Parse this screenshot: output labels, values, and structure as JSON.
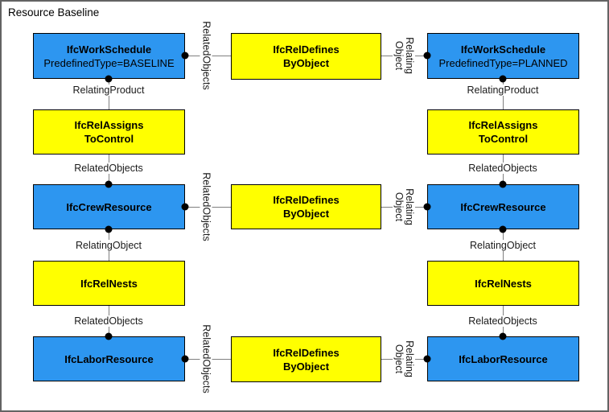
{
  "title": "Resource Baseline",
  "colors": {
    "entity_blue": "#2D96F0",
    "relation_yellow": "#FFFF00",
    "line_gray": "#808080",
    "frame_border": "#636363"
  },
  "nodes": {
    "left": {
      "schedule": {
        "line1": "IfcWorkSchedule",
        "line2": "PredefinedType=BASELINE"
      },
      "assigns": {
        "line1": "IfcRelAssigns",
        "line2": "ToControl"
      },
      "crew": {
        "line1": "IfcCrewResource"
      },
      "nests": {
        "line1": "IfcRelNests"
      },
      "labor": {
        "line1": "IfcLaborResource"
      }
    },
    "middle": {
      "top": {
        "line1": "IfcRelDefines",
        "line2": "ByObject"
      },
      "mid": {
        "line1": "IfcRelDefines",
        "line2": "ByObject"
      },
      "bottom": {
        "line1": "IfcRelDefines",
        "line2": "ByObject"
      }
    },
    "right": {
      "schedule": {
        "line1": "IfcWorkSchedule",
        "line2": "PredefinedType=PLANNED"
      },
      "assigns": {
        "line1": "IfcRelAssigns",
        "line2": "ToControl"
      },
      "crew": {
        "line1": "IfcCrewResource"
      },
      "nests": {
        "line1": "IfcRelNests"
      },
      "labor": {
        "line1": "IfcLaborResource"
      }
    }
  },
  "labels": {
    "relating_product": "RelatingProduct",
    "related_objects": "RelatedObjects",
    "relating_object": "RelatingObject",
    "relating": "Relating",
    "object": "Object"
  }
}
